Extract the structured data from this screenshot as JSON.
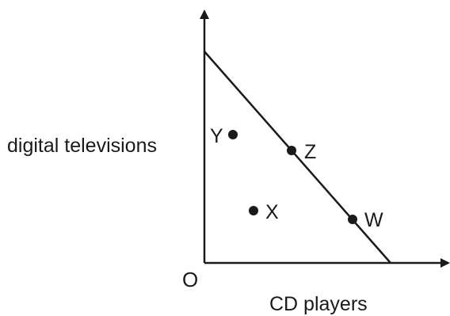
{
  "axes": {
    "origin_label": "O",
    "x_axis_label": "CD players",
    "y_axis_label": "digital televisions"
  },
  "points": [
    {
      "id": "Y",
      "label": "Y"
    },
    {
      "id": "Z",
      "label": "Z"
    },
    {
      "id": "X",
      "label": "X"
    },
    {
      "id": "W",
      "label": "W"
    }
  ],
  "colors": {
    "ink": "#1a1a1a",
    "background": "#ffffff"
  }
}
